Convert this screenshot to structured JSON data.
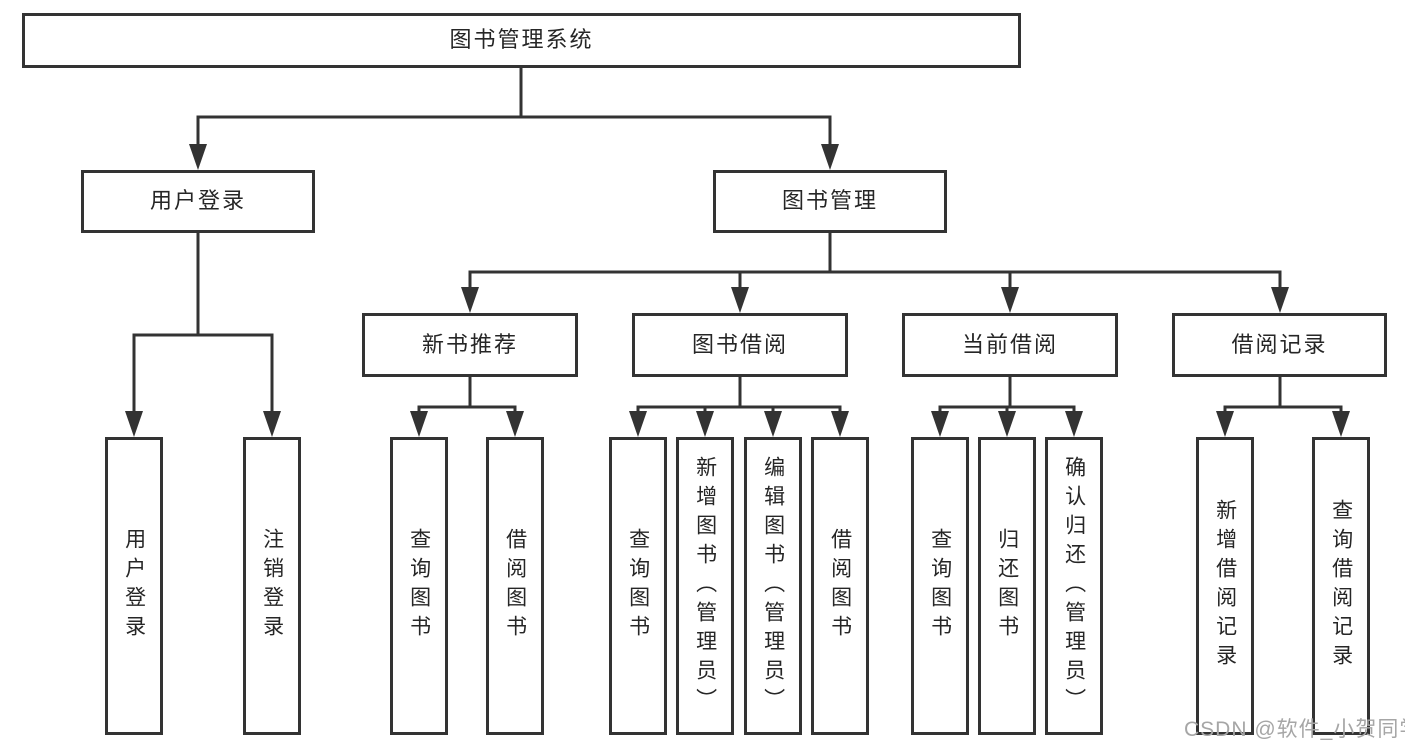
{
  "tree": {
    "label": "图书管理系统",
    "children": [
      {
        "label": "用户登录",
        "children": [
          {
            "label": "用户登录"
          },
          {
            "label": "注销登录"
          }
        ]
      },
      {
        "label": "图书管理",
        "children": [
          {
            "label": "新书推荐",
            "children": [
              {
                "label": "查询图书"
              },
              {
                "label": "借阅图书"
              }
            ]
          },
          {
            "label": "图书借阅",
            "children": [
              {
                "label": "查询图书"
              },
              {
                "label": "新增图书（管理员）"
              },
              {
                "label": "编辑图书（管理员）"
              },
              {
                "label": "借阅图书"
              }
            ]
          },
          {
            "label": "当前借阅",
            "children": [
              {
                "label": "查询图书"
              },
              {
                "label": "归还图书"
              },
              {
                "label": "确认归还（管理员）"
              }
            ]
          },
          {
            "label": "借阅记录",
            "children": [
              {
                "label": "新增借阅记录"
              },
              {
                "label": "查询借阅记录"
              }
            ]
          }
        ]
      }
    ]
  },
  "watermark": "CSDN @软件_小贺同学",
  "colors": {
    "line": "#333333",
    "text": "#262626",
    "box_bg": "#ffffff",
    "watermark": "#a6a6a6",
    "page_bg": "#ffffff"
  }
}
